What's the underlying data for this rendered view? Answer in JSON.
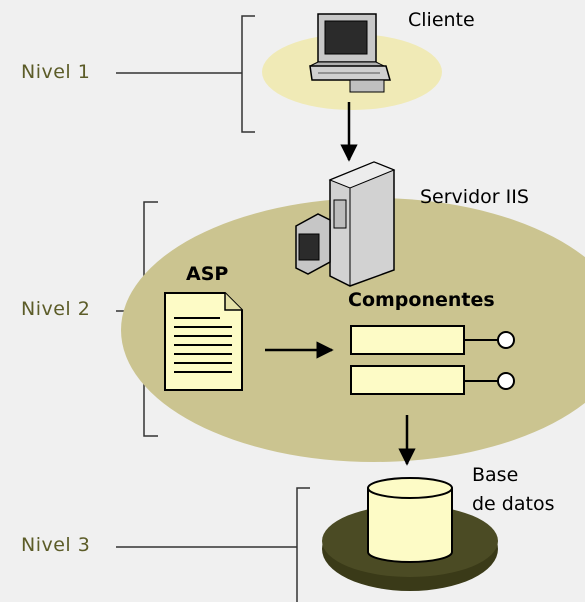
{
  "levels": [
    "Nivel 1",
    "Nivel 2",
    "Nivel 3"
  ],
  "nodes": {
    "client": "Cliente",
    "server": "Servidor IIS",
    "asp": "ASP",
    "components": "Componentes",
    "db_line1": "Base",
    "db_line2": "de datos"
  },
  "colors": {
    "background": "#f0f0f0",
    "tier1_fill": "#f0eab6",
    "tier2_fill": "#cbc490",
    "tier3_fill": "#3a3a18",
    "component_fill": "#fdfbc6",
    "level_text": "#5c5c28"
  }
}
